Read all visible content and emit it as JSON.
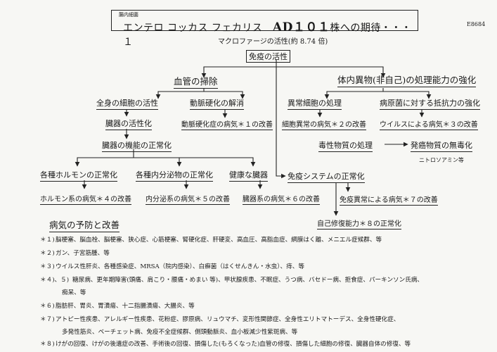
{
  "header": {
    "small_label": "腸内細菌",
    "title_main": "エンテロ コッカス フェカリス",
    "title_code": "AD１０１",
    "title_suffix": "株への期待・・・１",
    "corner_code": "E8684",
    "subtitle": "マクロファージの活性(約 8.74 倍)"
  },
  "diagram": {
    "core": "免疫の活性",
    "blood_vessel": "血管の掃除",
    "body_defense": "体内異物(非自己)の処理能力の強化",
    "cell_activation": "全身の細胞の活性",
    "arteriosclerosis_resolve": "動脈硬化の解消",
    "organ_activation": "臓器の活性化",
    "arteriosclerosis_improve": "動脈硬化症の病気＊１の改善",
    "organ_function": "臓器の機能の正常化",
    "abnormal_cell": "異常細胞の処理",
    "abnormal_cell_improve": "細胞異常の病気＊２の改善",
    "resistance": "病原菌に対する抵抗力の強化",
    "virus_improve": "ウイルスによる病気＊３の改善",
    "toxin": "毒性物質の処理",
    "carcinogen": "発癌物質の無毒化",
    "nitrosamine": "ニトロソアミン等",
    "hormone": "各種ホルモンの正常化",
    "secretion": "各種内分泌物の正常化",
    "healthy_organ": "健康な臓器",
    "immune_system": "免疫システムの正常化",
    "hormone_improve": "ホルモン系の病気＊４の改善",
    "secretion_improve": "内分泌系の病気＊５の改善",
    "organ_improve": "臓器系の病気＊６の改善",
    "immune_improve": "免疫異常による病気＊７の改善",
    "repair": "自己修復能力＊８の正常化"
  },
  "prevention": {
    "heading": "病気の予防と改善",
    "items": [
      {
        "mark": "＊１)",
        "text": "脳梗塞、脳血栓、脳梗塞、狭心症、心筋梗塞、腎硬化症、肝硬変、高血圧、高脂血症、網膜はく離、メニエル症候群、等"
      },
      {
        "mark": "＊２)",
        "text": "ガン、子宮筋腫、等"
      },
      {
        "mark": "＊３)",
        "text": "ウイルス性肝炎、各種感染症、MRSA（院内感染）、白癬菌（はくせんきん・水虫）、痔、等"
      },
      {
        "mark": "＊４)、５)",
        "text": "糖尿病、更年期障害(頭痛、肩こり・腰痛・めまい 等)、甲状腺疾患、不眠症、うつ病、バセドー病、拒食症、パーキンソン氏病、"
      },
      {
        "mark": "",
        "text": "痴呆、等"
      },
      {
        "mark": "＊６)",
        "text": "脂肪肝、胃炎、胃潰瘍、十二指腸潰瘍、大腸炎、等"
      },
      {
        "mark": "＊７)",
        "text": "アトピー性疾患、アレルギー性疾患、花粉症、膠原病、リュウマチ、変形性関節症、全身性エリトマトーデス、全身性硬化症、"
      },
      {
        "mark": "",
        "text": "多発性筋炎、ベーチェット病、免疫不全症候群、側頭動脈炎、血小板減少性紫斑病、等"
      },
      {
        "mark": "＊８)",
        "text": "けがの回復、けがの後遺症の改善、手術後の回復、損傷した(もろくなった)血管の修復、損傷した細胞の修復、臓器自体の修復、等"
      }
    ]
  }
}
